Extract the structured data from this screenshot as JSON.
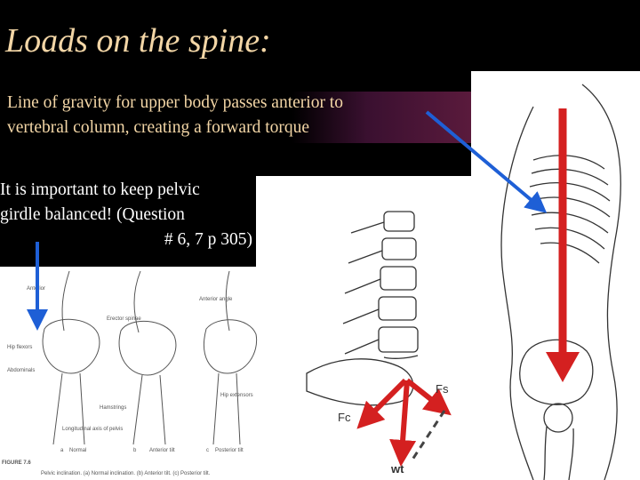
{
  "slide": {
    "title": "Loads on the spine:",
    "subtitle_line1": "Line of gravity for upper body passes anterior to",
    "subtitle_line2": "vertebral column, creating a forward torque",
    "note_line1": "It is important to keep pelvic",
    "note_line2": "girdle balanced! (Question",
    "note_line3": "# 6, 7 p 305)"
  },
  "center_figure": {
    "label_fs": "Fs",
    "label_fc": "Fc",
    "label_wt": "wt"
  },
  "left_figure": {
    "label_anterior": "Anterior",
    "label_anterior_angle": "Anterior angle",
    "label_erector": "Erector spinae",
    "label_hip_flexors": "Hip flexors",
    "label_abdominals": "Abdominals",
    "label_hamstrings": "Hamstrings",
    "label_hip_extensors": "Hip extensors",
    "label_longitudinal": "Longitudinal axis of pelvis",
    "label_a": "a",
    "label_normal": "Normal",
    "label_b": "b",
    "label_anterior_tilt": "Anterior tilt",
    "label_c": "c",
    "label_posterior_tilt": "Posterior tilt",
    "label_figure": "FIGURE 7.6",
    "caption": "Pelvic inclination. (a) Normal inclination. (b) Anterior tilt. (c) Posterior tilt."
  },
  "colors": {
    "title": "#f3d6a6",
    "arrow_blue": "#1e5fd6",
    "arrow_red": "#d42020"
  }
}
